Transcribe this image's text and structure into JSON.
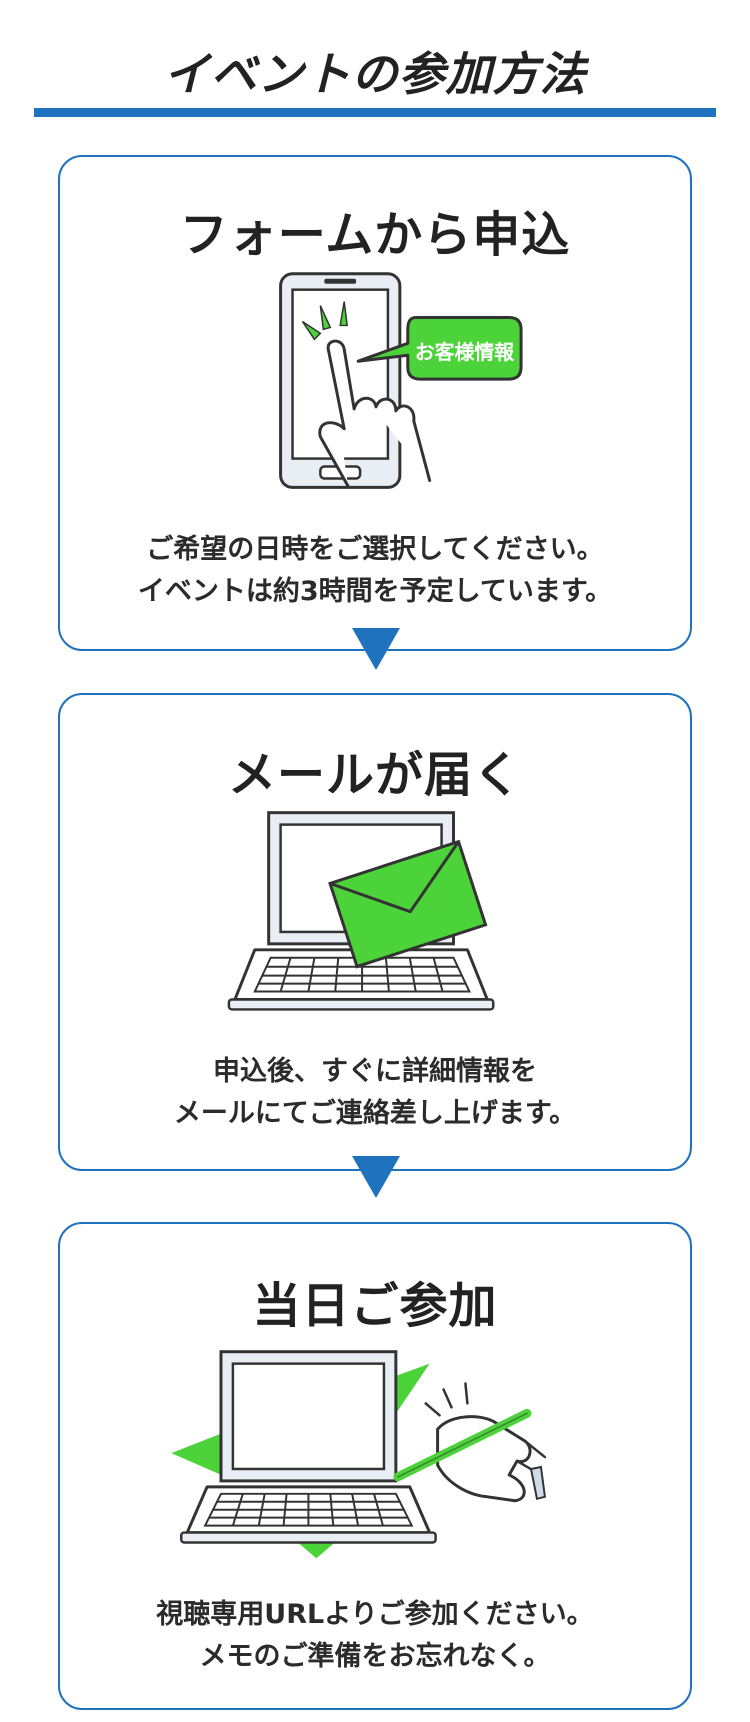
{
  "page": {
    "title": "イベントの参加方法"
  },
  "steps": [
    {
      "title": "フォームから申込",
      "desc_line1": "ご希望の日時をご選択してください。",
      "desc_line2": "イベントは約3時間を予定しています。",
      "bubble": "お客様情報",
      "illustration": "smartphone-tap-icon"
    },
    {
      "title": "メールが届く",
      "desc_line1": "申込後、すぐに詳細情報を",
      "desc_line2": "メールにてご連絡差し上げます。",
      "illustration": "laptop-mail-icon"
    },
    {
      "title": "当日ご参加",
      "desc_line1": "視聴専用URLよりご参加ください。",
      "desc_line2": "メモのご準備をお忘れなく。",
      "illustration": "laptop-writing-icon"
    }
  ],
  "colors": {
    "accent": "#1f72bd",
    "green": "#4cd33a",
    "text": "#2b2b2b"
  }
}
